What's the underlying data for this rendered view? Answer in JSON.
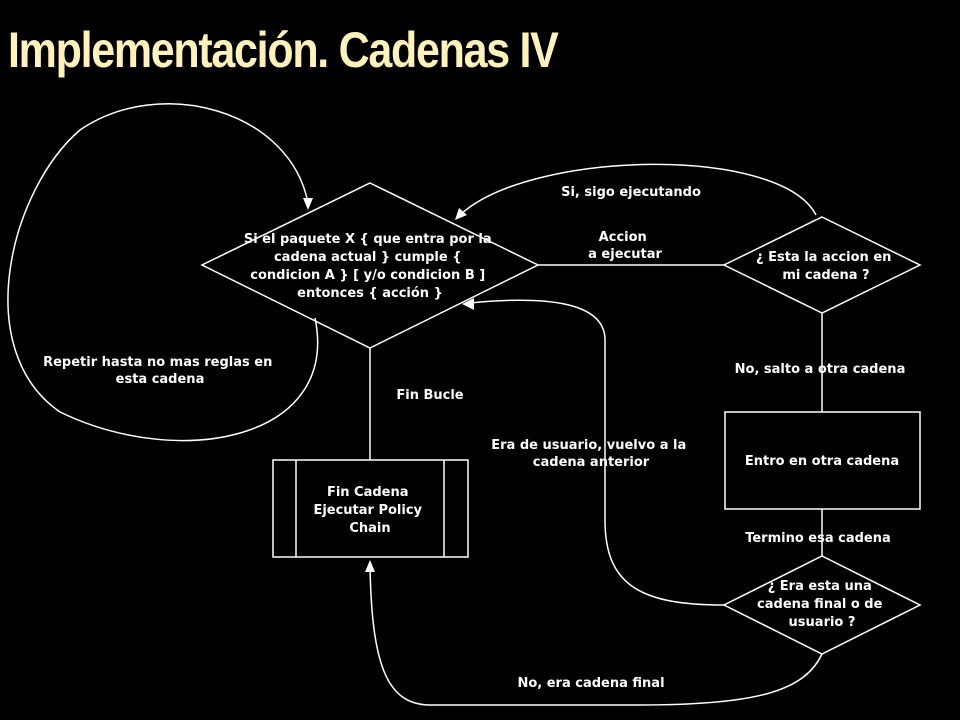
{
  "slide": {
    "title": "Implementación. Cadenas IV"
  },
  "diagram": {
    "main_condition": {
      "lines": [
        "Si el paquete X { que entra por la",
        "cadena actual }  cumple {",
        "condicion A } [ y/o condicion B ]",
        "entonces { acción }"
      ]
    },
    "decision_action_in_chain": {
      "lines": [
        "¿ Esta la accion en",
        "mi cadena ?"
      ]
    },
    "process_enter_chain": {
      "label": "Entro en otra cadena"
    },
    "decision_chain_type": {
      "lines": [
        "¿ Era esta una",
        "cadena final o de",
        "usuario ?"
      ]
    },
    "end_chain": {
      "lines": [
        "Fin Cadena",
        "Ejecutar Policy",
        "Chain"
      ]
    },
    "edge_labels": {
      "repeat": [
        "Repetir hasta no mas reglas en",
        "esta cadena"
      ],
      "action": [
        "Accion",
        "a ejecutar"
      ],
      "yes_continue": "Si, sigo ejecutando",
      "no_jump": "No, salto a otra cadena",
      "end_loop": "Fin Bucle",
      "user_chain": [
        "Era de usuario, vuelvo a la",
        "cadena anterior"
      ],
      "finish_chain": "Termino esa cadena",
      "final_chain": "No, era cadena final"
    }
  }
}
